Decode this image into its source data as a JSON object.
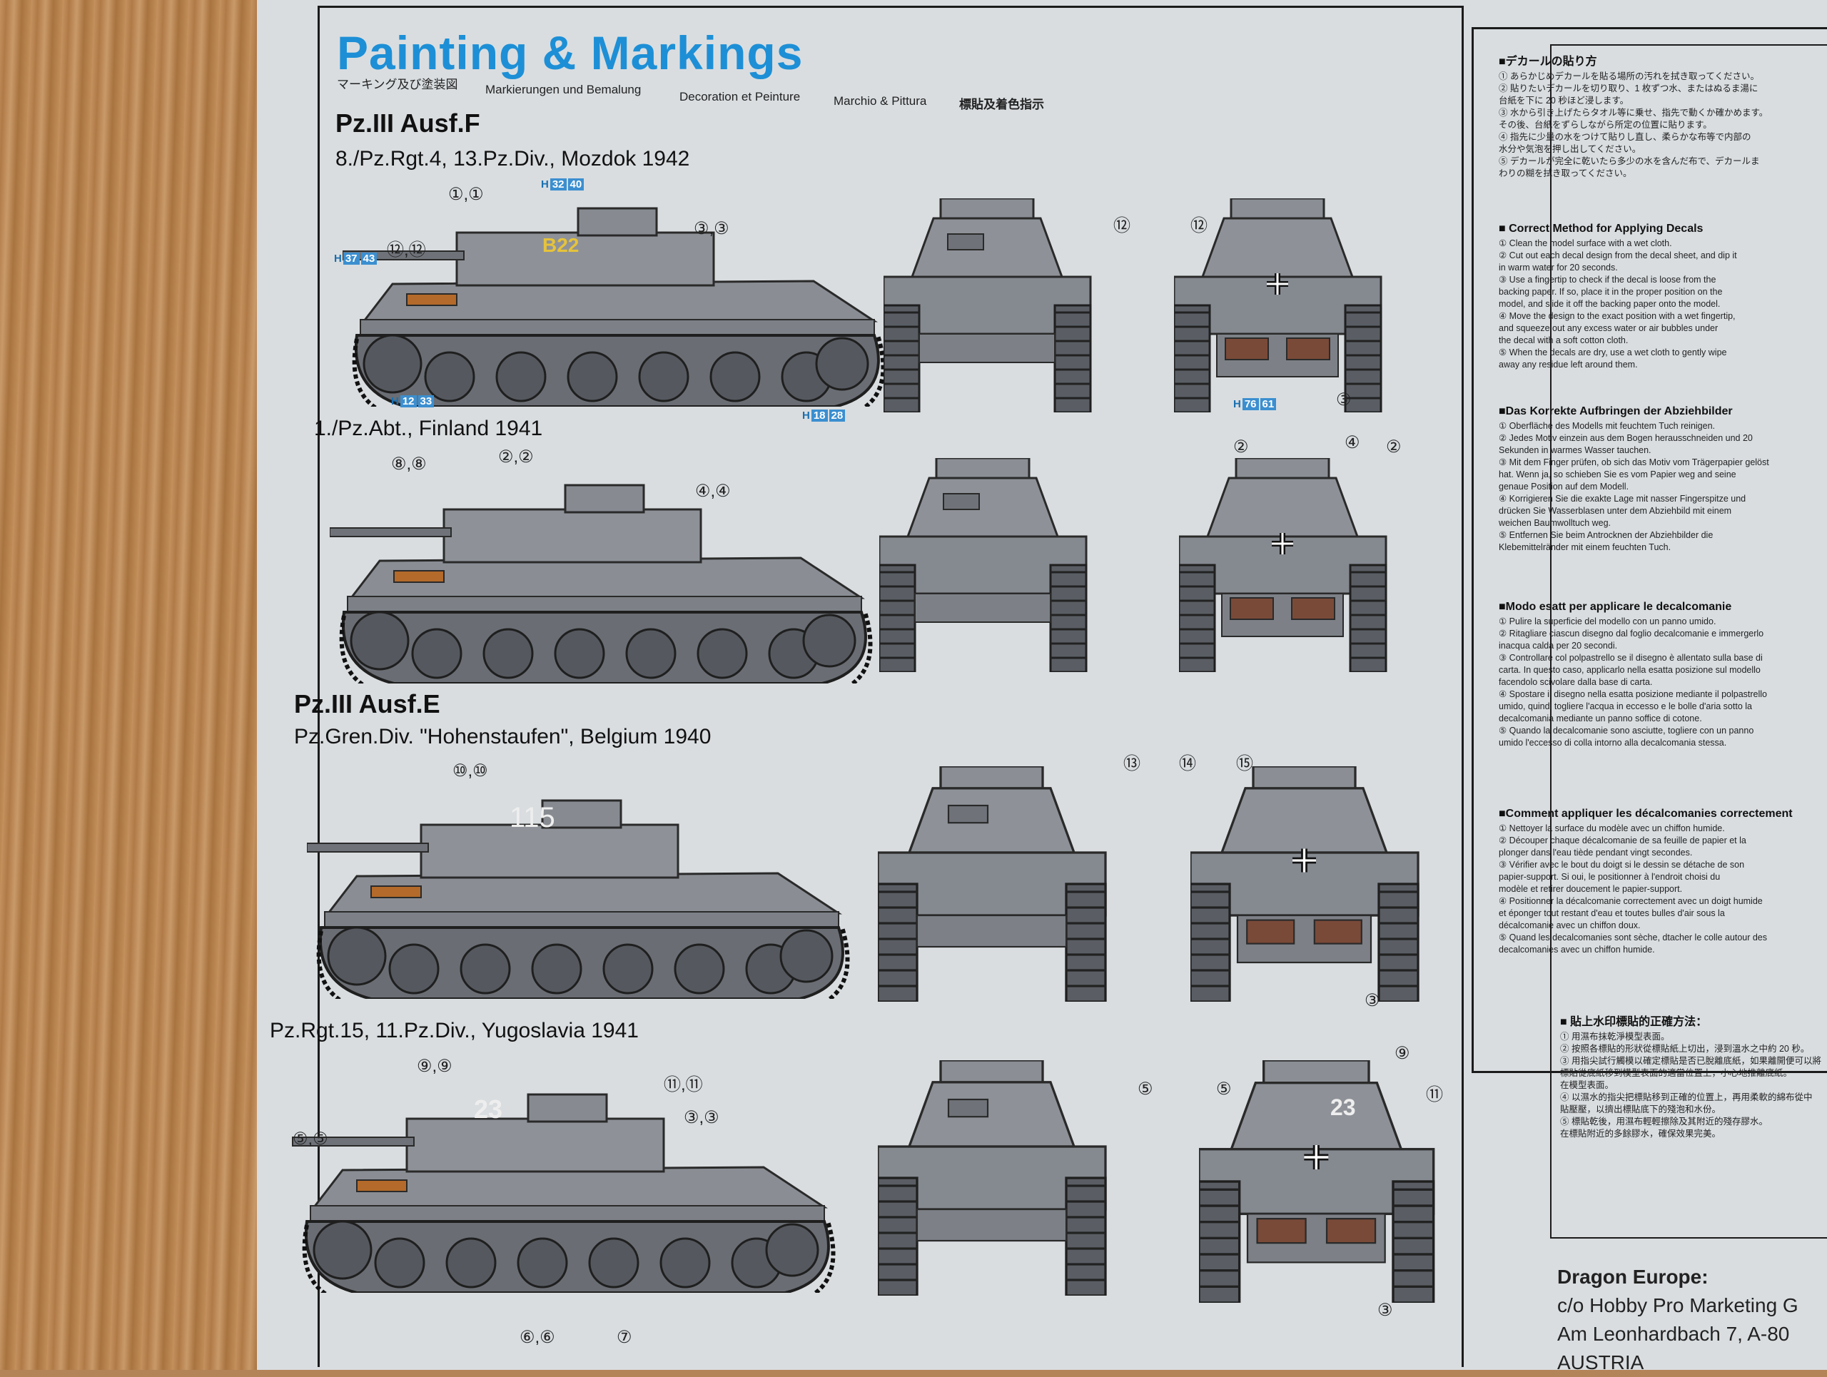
{
  "title": "Painting & Markings",
  "subtitles": [
    "マーキング及び塗装図",
    "Markierungen und Bemalung",
    "Decoration et Peinture",
    "Marchio & Pittura",
    "標貼及着色指示"
  ],
  "headers": {
    "m1": "Pz.III Ausf.F",
    "u1": "8./Pz.Rgt.4, 13.Pz.Div., Mozdok 1942",
    "u2": "1./Pz.Abt., Finland 1941",
    "m2": "Pz.III Ausf.E",
    "u3": "Pz.Gren.Div. \"Hohenstaufen\", Belgium 1940",
    "u4": "Pz.Rgt.15, 11.Pz.Div., Yugoslavia 1941"
  },
  "callouts": {
    "c1a": "①,①",
    "c1b": "⑫,⑫",
    "c1c": "③,③",
    "c1d": "⑫",
    "c1e": "⑫",
    "c1f": "③",
    "c2a": "⑧,⑧",
    "c2b": "②,②",
    "c2c": "④,④",
    "c2d": "②",
    "c2e": "④",
    "c2f": "②",
    "c3a": "⑩,⑩",
    "c3b": "⑬",
    "c3c": "⑭",
    "c3d": "⑮",
    "c3e": "③",
    "c4a": "⑨,⑨",
    "c4b": "⑪,⑪",
    "c4c": "③,③",
    "c4d": "⑤,⑤",
    "c4e": "⑤",
    "c4f": "⑤",
    "c4g": "⑨",
    "c4h": "⑪",
    "c4i": "③",
    "c4j": "⑥,⑥",
    "c4k": "⑦"
  },
  "decals": {
    "d1": [
      "H",
      "32",
      "40"
    ],
    "d2": [
      "H",
      "37",
      "43"
    ],
    "d3": [
      "H",
      "12",
      "33"
    ],
    "d4": [
      "H",
      "18",
      "28"
    ],
    "d5": [
      "H",
      "76",
      "61"
    ]
  },
  "tank_marks": {
    "t1": "B22",
    "t3": "115",
    "t4": "23",
    "t4r": "23"
  },
  "instructions": [
    {
      "title": "■デカールの貼り方",
      "lines": [
        "① あらかじめデカールを貼る場所の汚れを拭き取ってください。",
        "② 貼りたいデカールを切り取り、1 枚ずつ水、またはぬるま湯に",
        "台紙を下に 20 秒ほど浸します。",
        "③ 水から引き上げたらタオル等に乗せ、指先で動くか確かめます。",
        "その後、台紙をずらしながら所定の位置に貼ります。",
        "④ 指先に少量の水をつけて貼りし直し、柔らかな布等で内部の",
        "水分や気泡を押し出してください。",
        "⑤ デカールが完全に乾いたら多少の水を含んだ布で、デカールま",
        "わりの糊を拭き取ってください。"
      ]
    },
    {
      "title": "■ Correct Method for Applying Decals",
      "lines": [
        "① Clean the model surface with a wet cloth.",
        "② Cut out each decal design from the decal sheet, and dip it",
        "in warm water for 20 seconds.",
        "③ Use a fingertip to check if the decal is loose from the",
        "backing paper. If so, place it in the proper position on the",
        "model, and slide it off the backing paper onto the model.",
        "④ Move the design to the exact position with a wet fingertip,",
        "and squeeze out any excess water or air bubbles under",
        "the decal with a soft cotton cloth.",
        "⑤ When the decals are dry, use a wet cloth to gently wipe",
        "away any residue left around them."
      ]
    },
    {
      "title": "■Das Korrekte Aufbringen der Abziehbilder",
      "lines": [
        "① Oberfläche des Modells mit feuchtem Tuch reinigen.",
        "② Jedes Motiv einzein aus dem Bogen herausschneiden und 20",
        "Sekunden in warmes Wasser tauchen.",
        "③ Mit dem Finger prüfen, ob sich das Motiv vom Trägerpapier gelöst",
        "hat. Wenn ja, so schieben Sie es vom Papier weg and seine",
        "genaue Position auf dem Modell.",
        "④ Korrigieren Sie die exakte Lage mit nasser Fingerspitze und",
        "drücken Sie Wasserblasen unter dem Abziehbild mit einem",
        "weichen Baumwolltuch weg.",
        "⑤ Entfernen Sie beim Antrocknen der Abziehbilder die",
        "Klebemittelränder mit einem feuchten Tuch."
      ]
    },
    {
      "title": "■Modo esatt per applicare le decalcomanie",
      "lines": [
        "① Pulire la superficie del modello con un panno umido.",
        "② Ritagliare ciascun disegno dal foglio decalcomanie e immergerlo",
        "inacqua calda per 20 secondi.",
        "③ Controllare col polpastrello se il disegno è allentato sulla base di",
        "carta. In questo caso, applicarlo nella esatta posizione sul modello",
        "facendolo scivolare dalla base di carta.",
        "④ Spostare il disegno nella esatta posizione mediante il polpastrello",
        "umido, quindi togliere l'acqua in eccesso e le bolle d'aria sotto la",
        "decalcomania mediante un panno soffice di cotone.",
        "⑤ Quando la decalcomanie sono asciutte, togliere con un panno",
        "umido l'eccesso di colla intorno alla decalcomania stessa."
      ]
    },
    {
      "title": "■Comment appliquer les décalcomanies correctement",
      "lines": [
        "① Nettoyer la surface du modèle avec un chiffon humide.",
        "② Découper chaque décalcomanie de sa feuille de papier et la",
        "plonger dans l'eau tiède pendant vingt secondes.",
        "③ Vérifier avec le bout du doigt si le dessin se détache de son",
        "papier-support. Si oui, le positionner à l'endroit choisi du",
        "modèle et retirer doucement le papier-support.",
        "④ Positionner la décalcomanie correctement avec un doigt humide",
        "et éponger tout restant d'eau et toutes bulles d'air sous la",
        "décalcomanie avec un chiffon doux.",
        "⑤ Quand les decalcomanies sont sèche, dtacher le colle autour des",
        "decalcomanies avec un chiffon humide."
      ]
    },
    {
      "title": "■ 貼上水印標貼的正確方法：",
      "lines": [
        "① 用濕布抹乾淨模型表面。",
        "② 按照各標貼的形狀從標貼紙上切出，浸到溫水之中約 20 秒。",
        "③ 用指尖試行觸模以確定標貼是否已脫離底紙，如果離開便可以將",
        "標貼從底紙移到模型表面的適當位置上，小心地推離底紙。",
        "在模型表面。",
        "④ 以濕水的指尖把標貼移到正確的位置上，再用柔軟的綿布從中",
        "貼壓壓，以擠出標貼底下的殘泡和水份。",
        "⑤ 標貼乾後，用濕布輕輕擦除及其附近的殘存膠水。",
        "在標貼附近的多餘膠水，確保效果完美。"
      ]
    }
  ],
  "dragon": {
    "title": "Dragon Europe:",
    "l1": "c/o Hobby Pro Marketing G",
    "l2": "Am Leonhardbach 7, A-80",
    "l3": "AUSTRIA"
  }
}
